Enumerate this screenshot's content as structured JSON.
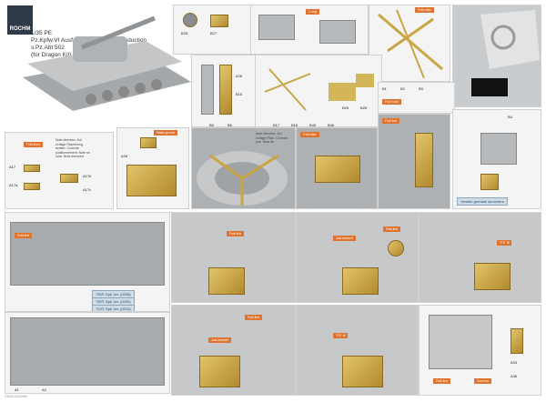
{
  "brand": {
    "logo_text": "ROCHM"
  },
  "header": {
    "scale": "1/35 PE",
    "title": "Pz.Kpfw.VI Ausf.E TIGER I  Initial Production",
    "unit": "s.Pz.Abt 502",
    "kit": "(for Dragon Kit)"
  },
  "callouts": {
    "c1": "1 only",
    "c2": "Fold after",
    "c3": "Fold each",
    "c4": "Fold lines",
    "c5": "Make groove",
    "c6": "Fold after",
    "c7": "Fold line",
    "c8": "Fold line",
    "c9": "Fold line",
    "c10": "\"P2\" fit",
    "c11": "Join bracket",
    "c12": "Fold line",
    "c13": "Fold line",
    "c14": "Join bracket",
    "c15": "\"P2\" fit",
    "c16": "Fold line",
    "c17": "Tool box"
  },
  "notes": {
    "n1": "Note direction. Auf richtige Platzierung achten. Correcte positionnement. Note se nota. Nota direzione.",
    "n2": "Note direction. Auf richtige Platz. Correcte pos. Nota dir.",
    "blue1": "\"S08\" Dpk 1er. (2008)",
    "blue2": "\"S09\" Dpk 1er. (2009)",
    "blue3": "\"S10\" Dpk 1er. (2010)",
    "blue4": "Ventiler grenade launchers"
  },
  "labels": {
    "a1": "B28",
    "a2": "B27",
    "a3": "A26",
    "a4": "B15",
    "a5": "B25",
    "a6": "B26",
    "a7": "B1",
    "a8": "B2",
    "a9": "B3",
    "a10": "B4",
    "a11": "B5",
    "a12": "B6",
    "a13": "B17",
    "a14": "B18",
    "a15": "B45",
    "a16": "B46",
    "a17": "A17",
    "a18": "A17a",
    "a19": "A17b",
    "a20": "A17c",
    "a21": "A26",
    "a22": "A1",
    "a23": "A2",
    "a24": "A33",
    "a25": "A36"
  },
  "footer": {
    "text": "©2015 ROCHM"
  },
  "colors": {
    "accent": "#e0742e",
    "metal": "#c9a544",
    "plastic": "#b9bcbe"
  }
}
